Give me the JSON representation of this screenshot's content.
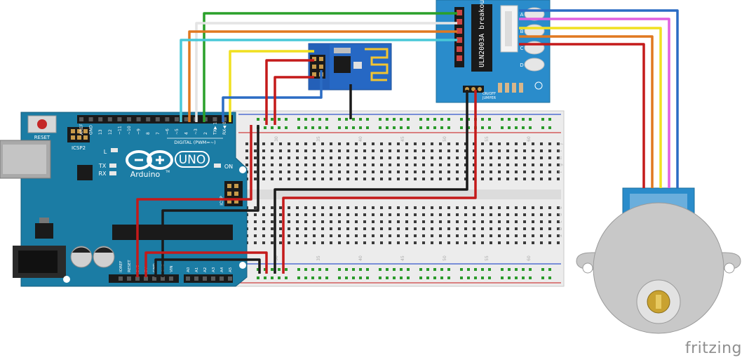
{
  "brand": "fritzing",
  "arduino": {
    "reset": "RESET",
    "icsp2": "ICSP2",
    "icsp": "ICSP",
    "header_top": [
      "AREF",
      "GND",
      "13",
      "12",
      "~11",
      "~10",
      "~9",
      "8",
      "7",
      "~6",
      "~5",
      "4",
      "~3",
      "2",
      "TX▶ 1",
      "RX◀ 0"
    ],
    "digital_label": "DIGITAL (PWM=~)",
    "led_l": "L",
    "led_tx": "TX",
    "led_rx": "RX",
    "logo_text": "Arduino",
    "logo_tm": "TM",
    "model": "UNO",
    "on_label": "ON",
    "header_bottom": [
      "IOREF",
      "RESET",
      "3V3",
      "5V",
      "GND",
      "GND",
      "VIN"
    ],
    "analog": [
      "A0",
      "A1",
      "A2",
      "A3",
      "A4",
      "A5"
    ]
  },
  "breadboard": {
    "numbers_top": [
      "30",
      "35",
      "40",
      "45",
      "50",
      "55",
      "60"
    ],
    "numbers_bottom": [
      "30",
      "35",
      "40",
      "45",
      "50",
      "55",
      "60"
    ],
    "rows_right": [
      "j",
      "i",
      "h",
      "g",
      "f",
      "e",
      "d",
      "c",
      "b",
      "a"
    ]
  },
  "driver": {
    "chip": "ULN2003A breakout",
    "leds": [
      "A",
      "B",
      "C",
      "D"
    ],
    "jumper": "ON/OFF\nJUMPER"
  },
  "colors": {
    "arduino": "#1b7ca4",
    "driver": "#2a8ccb",
    "esp": "#2668c4",
    "wire_red": "#c41a1a",
    "wire_black": "#1a1a1a",
    "wire_green": "#2aa02a",
    "wire_orange": "#e07820",
    "wire_cyan": "#48c8d8",
    "wire_yellow": "#f0e020",
    "wire_blue": "#2b6cc4",
    "wire_pink": "#e060e0",
    "motor": "#c8c8c8"
  }
}
